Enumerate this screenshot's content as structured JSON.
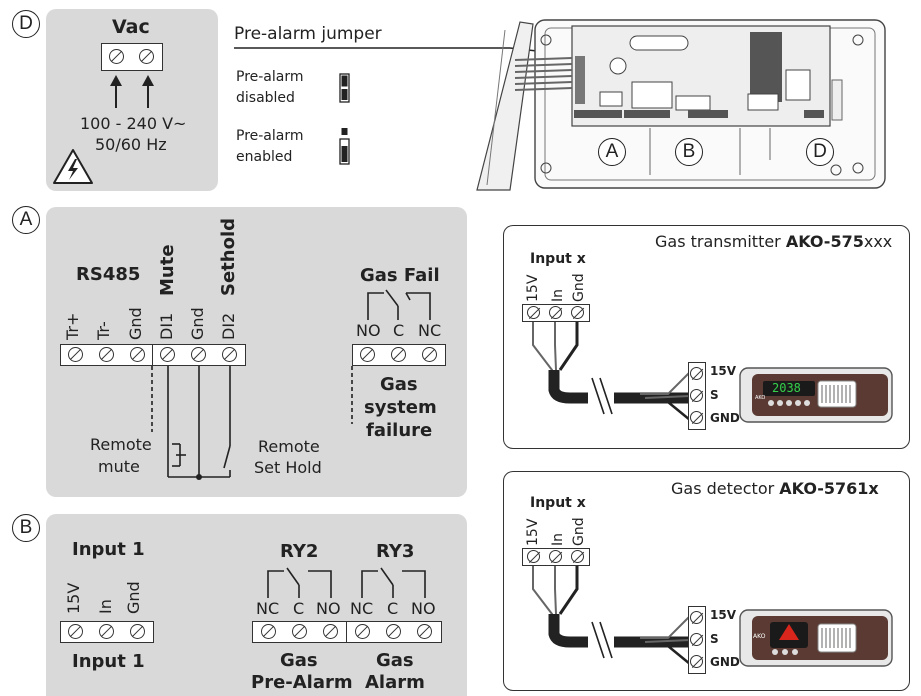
{
  "panel_d": {
    "marker": "D",
    "vac": "Vac",
    "voltage": "100 - 240 V~",
    "frequency": "50/60 Hz",
    "jumper_title": "Pre-alarm jumper",
    "disabled_1": "Pre-alarm",
    "disabled_2": "disabled",
    "enabled_1": "Pre-alarm",
    "enabled_2": "enabled"
  },
  "board": {
    "marker_a": "A",
    "marker_b": "B",
    "marker_d": "D"
  },
  "panel_a": {
    "marker": "A",
    "rs485": "RS485",
    "mute": "Mute",
    "sethold": "Sethold",
    "terminals": [
      "Tr+",
      "Tr-",
      "Gnd",
      "DI1",
      "Gnd",
      "DI2"
    ],
    "gas_fail": "Gas Fail",
    "relay_terminals": [
      "NO",
      "C",
      "NC"
    ],
    "gas": "Gas",
    "system": "system",
    "failure": "failure",
    "remote_mute_1": "Remote",
    "remote_mute_2": "mute",
    "remote_hold_1": "Remote",
    "remote_hold_2": "Set Hold"
  },
  "panel_b": {
    "marker": "B",
    "input1_top": "Input 1",
    "input_terminals": [
      "15V",
      "In",
      "Gnd"
    ],
    "input1_bottom": "Input 1",
    "ry2": "RY2",
    "ry3": "RY3",
    "relay_terminals": [
      "NC",
      "C",
      "NO"
    ],
    "gas_1": "Gas",
    "prealarm": "Pre-Alarm",
    "gas_2": "Gas",
    "alarm": "Alarm"
  },
  "transmitter": {
    "prefix": "Gas transmitter ",
    "model": "AKO-575",
    "suffix": "xxx",
    "input_x": "Input x",
    "terminals": [
      "15V",
      "In",
      "Gnd"
    ],
    "device_terminals": [
      "15V",
      "S",
      "GND"
    ],
    "display": "2038"
  },
  "detector": {
    "prefix": "Gas detector ",
    "model": "AKO-5761x",
    "input_x": "Input x",
    "terminals": [
      "15V",
      "In",
      "Gnd"
    ],
    "device_terminals": [
      "15V",
      "S",
      "GND"
    ],
    "brand": "AKO"
  },
  "colors": {
    "panel_bg": "#d9d9d9",
    "line": "#222222",
    "alarm_red": "#d9261c",
    "display_green": "#35d04a"
  }
}
